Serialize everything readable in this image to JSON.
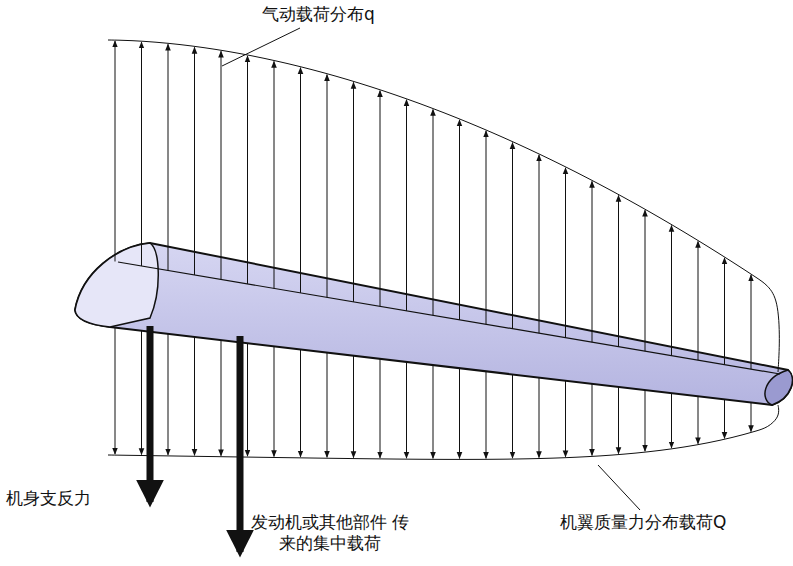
{
  "diagram": {
    "labels": [
      "气动载荷分布q",
      "机身支反力",
      "发动机或其他部件 传来的集中载荷",
      "机翼质量力分布载荷Q"
    ]
  }
}
